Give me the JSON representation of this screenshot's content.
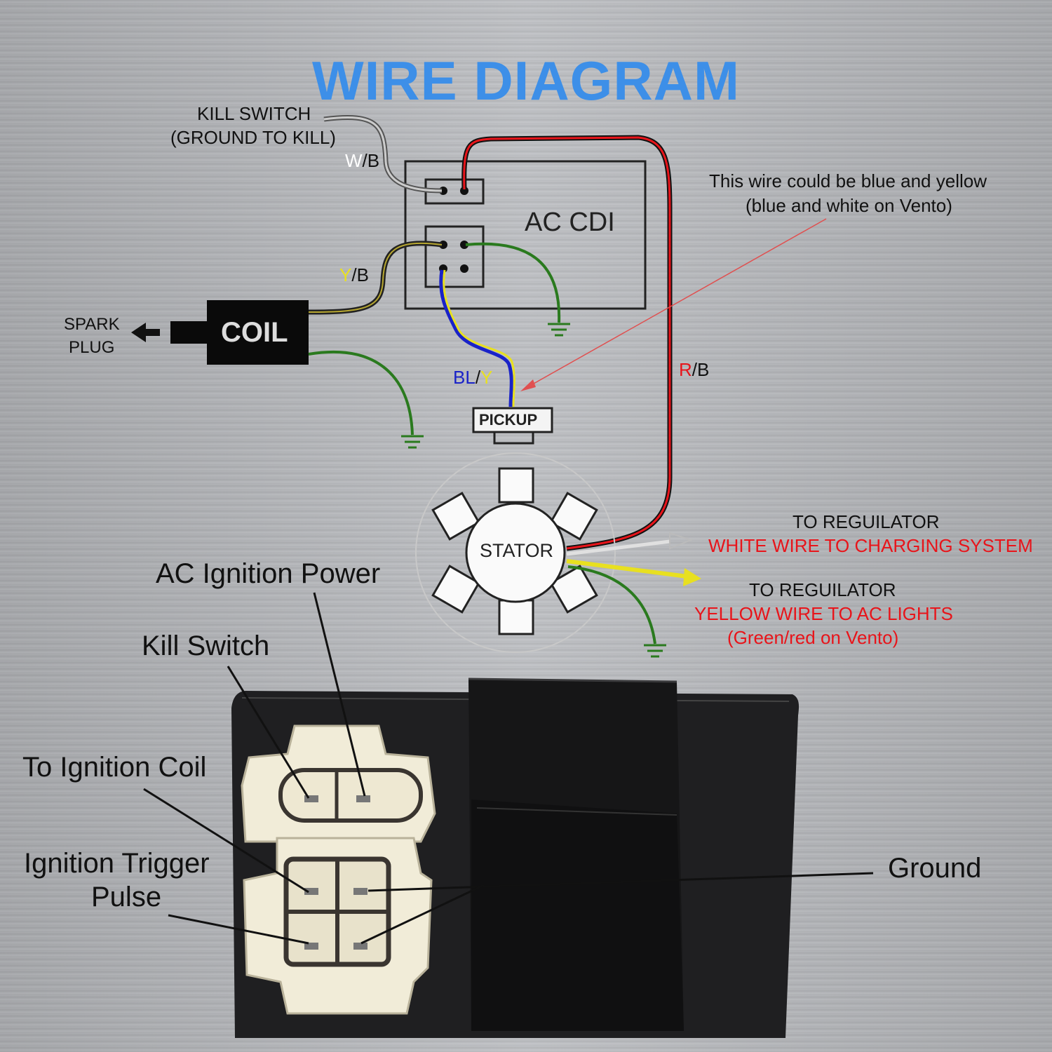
{
  "title": "WIRE DIAGRAM",
  "kill_switch": {
    "line1": "KILL SWITCH",
    "line2": "(GROUND TO KILL)"
  },
  "wire_codes": {
    "wb_w": "W",
    "wb_b": "/B",
    "yb_y": "Y",
    "yb_b": "/B",
    "bly_bl": "BL",
    "bly_slash": "/",
    "bly_y": "Y",
    "rb_r": "R",
    "rb_b": "/B"
  },
  "cdi_label": "AC CDI",
  "coil_label": "COIL",
  "spark_plug": {
    "line1": "SPARK",
    "line2": "PLUG"
  },
  "pickup_label": "PICKUP",
  "stator_label": "STATOR",
  "note": {
    "line1": "This wire could be blue and yellow",
    "line2": "(blue and white on Vento)"
  },
  "regulator1": {
    "line1": "TO REGUILATOR",
    "line2": "WHITE WIRE TO CHARGING SYSTEM"
  },
  "regulator2": {
    "line1": "TO REGUILATOR",
    "line2": "YELLOW WIRE TO AC LIGHTS",
    "line3": "(Green/red on Vento)"
  },
  "callouts": {
    "ac_power": "AC Ignition Power",
    "kill": "Kill Switch",
    "coil": "To Ignition Coil",
    "trigger1": "Ignition Trigger",
    "trigger2": "Pulse",
    "ground": "Ground"
  },
  "colors": {
    "title": "#3d8fe8",
    "red_wire": "#e8141a",
    "green_wire": "#2a7a1e",
    "yellow_wire": "#e8e020",
    "blue_wire": "#1a23c8"
  }
}
